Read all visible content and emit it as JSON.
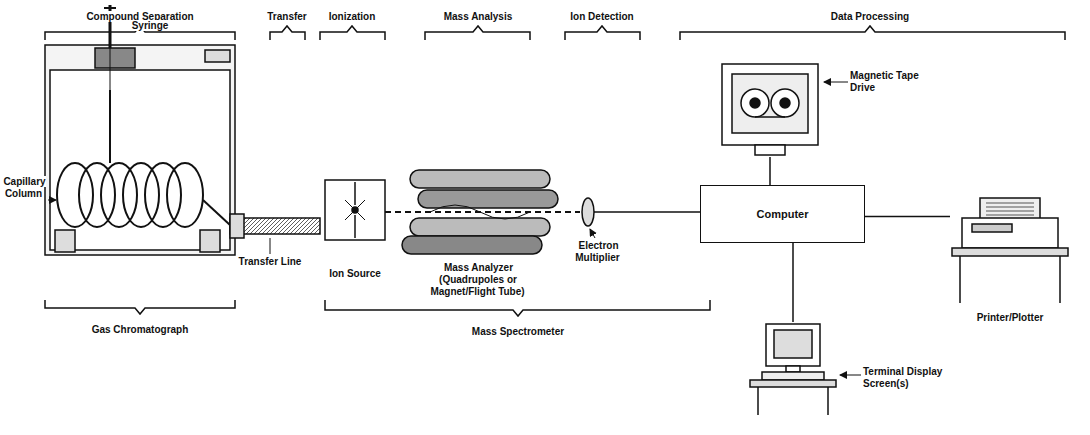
{
  "diagram": {
    "nodes": [
      {
        "text": [
          "Magnetic Tape Drive"
        ]
      },
      {
        "text": [
          "Computer"
        ]
      },
      {
        "text": [
          "Printer/Plotter"
        ]
      },
      {
        "text": [
          "Terminal Display Screen(s)"
        ]
      }
    ],
    "edges": [
      {
        "from": 1,
        "to": 0,
        "arrow": "none"
      },
      {
        "from": 1,
        "to": 2,
        "arrow": "none"
      },
      {
        "from": 1,
        "to": 3,
        "arrow": "none"
      }
    ],
    "labels": [
      "Compound Separation",
      "Transfer",
      "Ionization",
      "Mass Analysis",
      "Ion Detection",
      "Data Processing",
      "Syringe",
      "Capillary Column",
      "Transfer Line",
      "Ion Source",
      "Mass Analyzer (Quadrupoles or Magnet/Flight Tube)",
      "Electron Multiplier",
      "Gas Chromatograph",
      "Mass Spectrometer"
    ]
  }
}
